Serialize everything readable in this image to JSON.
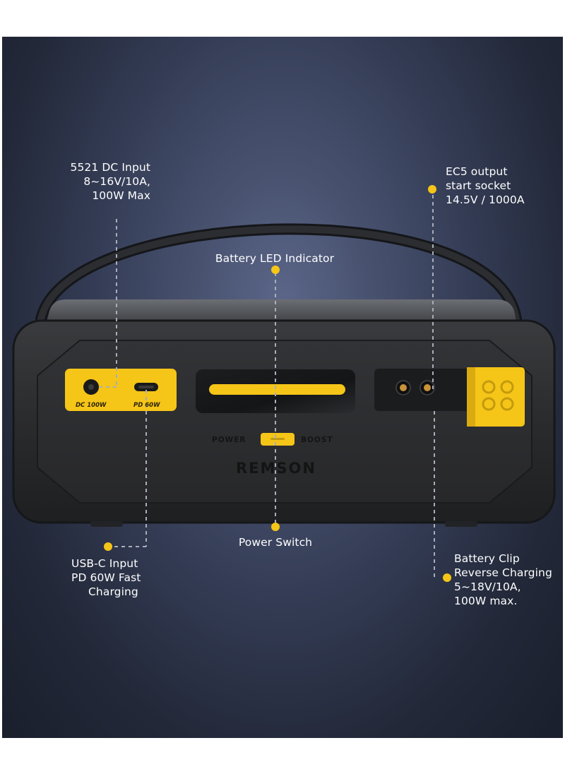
{
  "callouts": {
    "dc_input": {
      "lines": [
        "5521 DC Input",
        "8~16V/10A,",
        "100W Max"
      ]
    },
    "ec5_output": {
      "lines": [
        "EC5 output",
        "start socket",
        "14.5V / 1000A"
      ]
    },
    "led_indicator": {
      "lines": [
        "Battery LED Indicator"
      ]
    },
    "usb_c_input": {
      "lines": [
        "USB-C Input",
        "PD 60W Fast",
        "Charging"
      ]
    },
    "power_switch": {
      "lines": [
        "Power Switch"
      ]
    },
    "battery_clip": {
      "lines": [
        "Battery Clip",
        "Reverse Charging",
        "5~18V/10A,",
        "100W max."
      ]
    }
  },
  "device": {
    "brand": "REMSON",
    "port_labels": {
      "dc": "DC 100W",
      "pd": "PD 60W"
    },
    "switch_labels": {
      "power": "POWER",
      "boost": "BOOST"
    }
  },
  "colors": {
    "accent_yellow": "#f5c518",
    "body_dark": "#2a2b2d",
    "body_edge": "#1c1d1f",
    "leader_line": "#a9aebb",
    "text": "#ffffff"
  },
  "icons": {
    "dot": "yellow-dot-marker"
  }
}
